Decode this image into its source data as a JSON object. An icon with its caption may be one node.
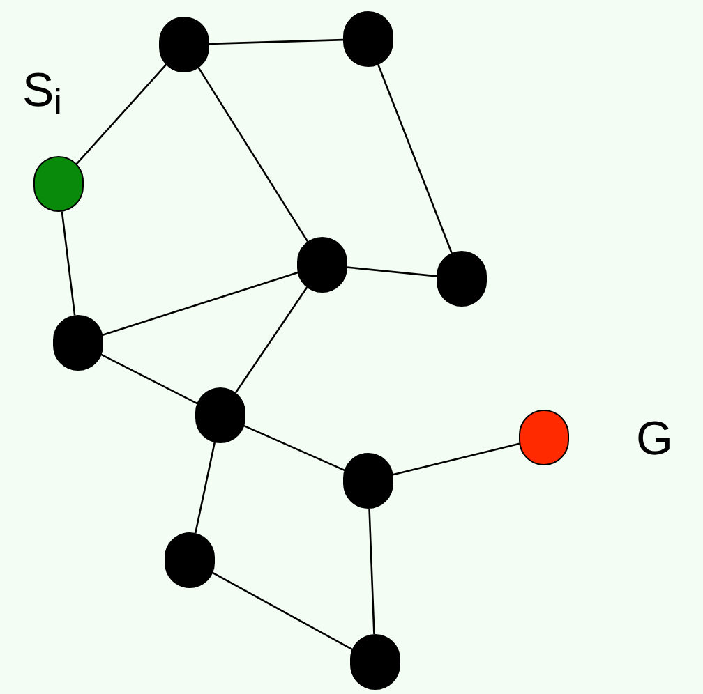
{
  "diagram": {
    "nodes": [
      {
        "text": [],
        "shape": "circle"
      },
      {
        "text": [],
        "shape": "circle"
      },
      {
        "text": [],
        "shape": "circle",
        "beside": [
          "S$_{i}$"
        ]
      },
      {
        "text": [],
        "shape": "circle"
      },
      {
        "text": [],
        "shape": "circle"
      },
      {
        "text": [],
        "shape": "circle"
      },
      {
        "text": [],
        "shape": "circle"
      },
      {
        "text": [],
        "shape": "circle",
        "beside": [
          "G"
        ]
      },
      {
        "text": [],
        "shape": "circle"
      },
      {
        "text": [],
        "shape": "circle"
      },
      {
        "text": [],
        "shape": "circle"
      }
    ],
    "edges": [
      {
        "from": 0,
        "to": 1,
        "arrow": "none"
      },
      {
        "from": 0,
        "to": 2,
        "arrow": "none"
      },
      {
        "from": 0,
        "to": 3,
        "arrow": "none"
      },
      {
        "from": 1,
        "to": 4,
        "arrow": "none"
      },
      {
        "from": 2,
        "to": 5,
        "arrow": "none"
      },
      {
        "from": 3,
        "to": 4,
        "arrow": "none"
      },
      {
        "from": 3,
        "to": 5,
        "arrow": "none"
      },
      {
        "from": 3,
        "to": 6,
        "arrow": "none"
      },
      {
        "from": 5,
        "to": 6,
        "arrow": "none"
      },
      {
        "from": 6,
        "to": 8,
        "arrow": "none"
      },
      {
        "from": 6,
        "to": 9,
        "arrow": "none"
      },
      {
        "from": 8,
        "to": 7,
        "arrow": "none"
      },
      {
        "from": 8,
        "to": 10,
        "arrow": "none"
      },
      {
        "from": 9,
        "to": 10,
        "arrow": "none"
      }
    ]
  }
}
